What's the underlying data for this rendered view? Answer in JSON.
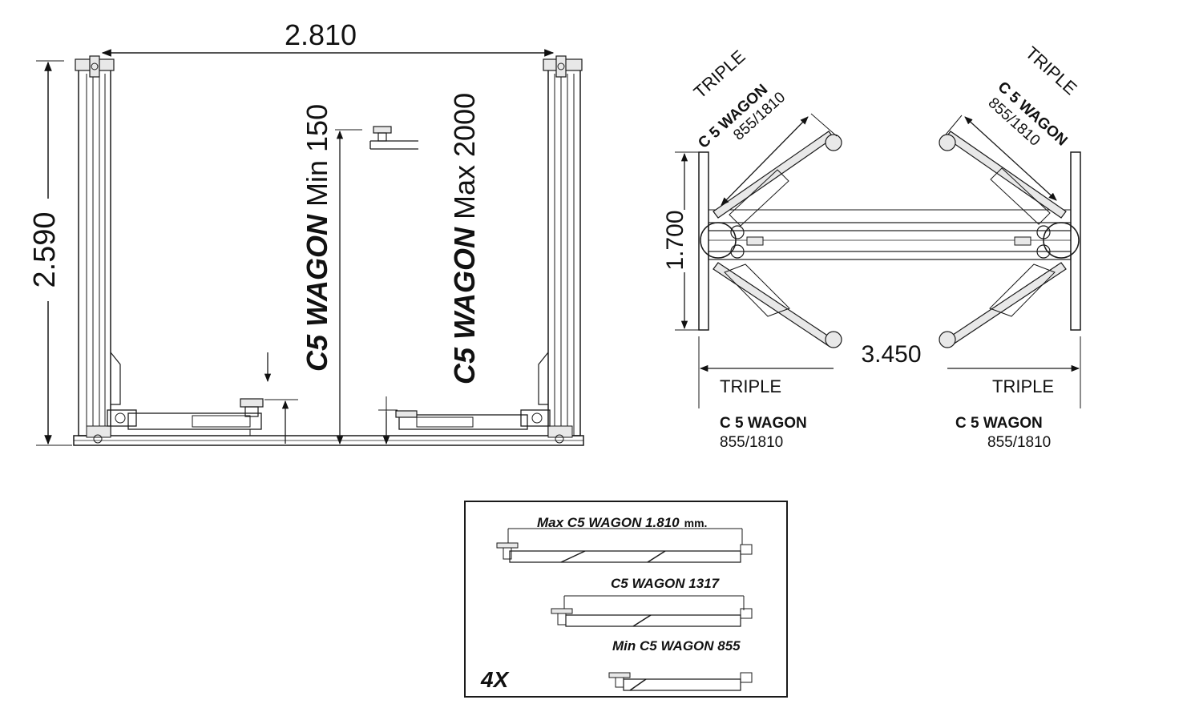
{
  "front_view": {
    "width": "2.810",
    "height": "2.590",
    "min_label_bold": "C5 WAGON",
    "min_label_rest": " Min 150",
    "max_label_bold": "C5 WAGON",
    "max_label_rest": " Max 2000"
  },
  "top_view": {
    "triple": "TRIPLE",
    "model": "C 5 WAGON",
    "arm_range": "855/1810",
    "depth": "1.700",
    "length": "3.450"
  },
  "arm_detail": {
    "max_label": "Max C5 WAGON 1.810",
    "max_unit": "mm.",
    "mid_label": "C5 WAGON 1317",
    "min_label": "Min C5 WAGON 855",
    "quantity": "4X"
  }
}
